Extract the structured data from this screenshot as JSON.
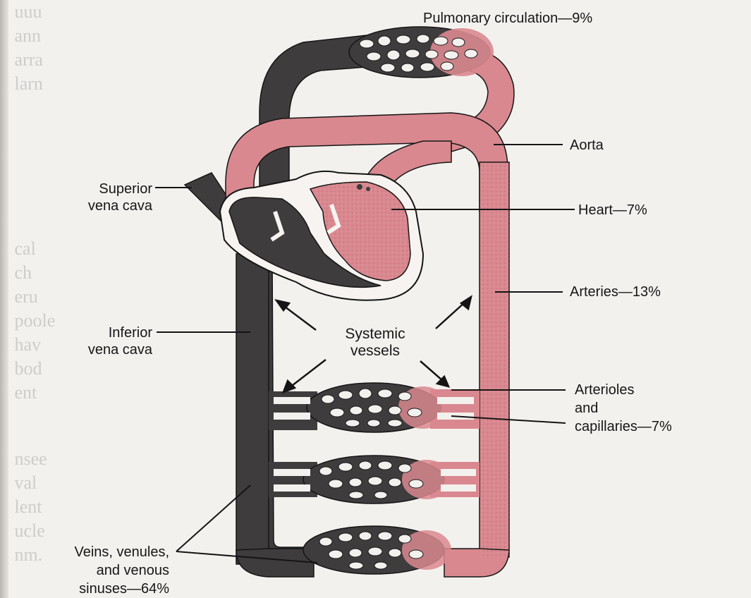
{
  "diagram": {
    "labels": {
      "pulmonary": "Pulmonary circulation—9%",
      "aorta": "Aorta",
      "heart": "Heart—7%",
      "arteries": "Arteries—13%",
      "arterioles_line1": "Arterioles",
      "arterioles_line2": "and",
      "arterioles_line3": "capillaries—7%",
      "superior_line1": "Superior",
      "superior_line2": "vena cava",
      "inferior_line1": "Inferior",
      "inferior_line2": "vena cava",
      "systemic_line1": "Systemic",
      "systemic_line2": "vessels",
      "veins_line1": "Veins, venules,",
      "veins_line2": "and venous",
      "veins_line3": "sinuses—64%"
    },
    "colors": {
      "venous": "#3f3c3e",
      "arterial": "#d9888f",
      "outline": "#151515",
      "paper": "#f3f1ee"
    }
  }
}
